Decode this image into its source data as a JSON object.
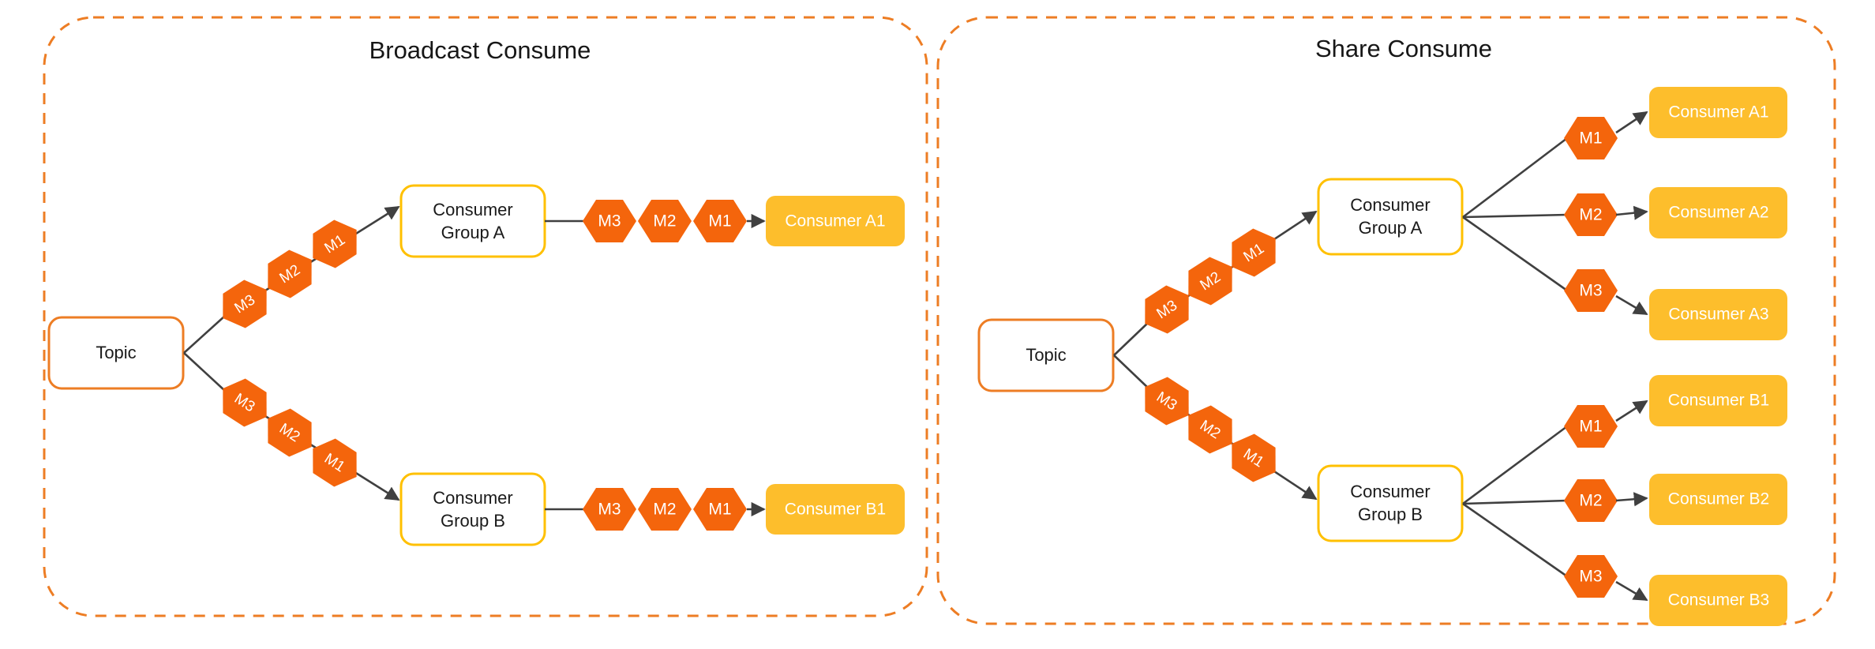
{
  "panels": [
    {
      "id": "broadcast",
      "title": "Broadcast Consume",
      "topic": {
        "label": "Topic"
      },
      "groups": [
        {
          "label_line1": "Consumer",
          "label_line2": "Group A",
          "inbound_messages": [
            "M3",
            "M2",
            "M1"
          ],
          "outbound_messages": [
            "M3",
            "M2",
            "M1"
          ],
          "consumers": [
            "Consumer A1"
          ]
        },
        {
          "label_line1": "Consumer",
          "label_line2": "Group B",
          "inbound_messages": [
            "M3",
            "M2",
            "M1"
          ],
          "outbound_messages": [
            "M3",
            "M2",
            "M1"
          ],
          "consumers": [
            "Consumer B1"
          ]
        }
      ]
    },
    {
      "id": "share",
      "title": "Share Consume",
      "topic": {
        "label": "Topic"
      },
      "groups": [
        {
          "label_line1": "Consumer",
          "label_line2": "Group A",
          "inbound_messages": [
            "M3",
            "M2",
            "M1"
          ],
          "fanout": [
            {
              "message": "M1",
              "consumer": "Consumer A1"
            },
            {
              "message": "M2",
              "consumer": "Consumer A2"
            },
            {
              "message": "M3",
              "consumer": "Consumer A3"
            }
          ]
        },
        {
          "label_line1": "Consumer",
          "label_line2": "Group B",
          "inbound_messages": [
            "M3",
            "M2",
            "M1"
          ],
          "fanout": [
            {
              "message": "M1",
              "consumer": "Consumer B1"
            },
            {
              "message": "M2",
              "consumer": "Consumer B2"
            },
            {
              "message": "M3",
              "consumer": "Consumer B3"
            }
          ]
        }
      ]
    }
  ],
  "colors": {
    "panel_border": "#ED7D24",
    "topic_border": "#ED7D24",
    "group_border": "#FFC000",
    "consumer_fill": "#FDBE2C",
    "message_fill": "#F4650C",
    "arrow": "#404040",
    "title_text": "#171717",
    "consumer_text": "#FFFFFF"
  }
}
